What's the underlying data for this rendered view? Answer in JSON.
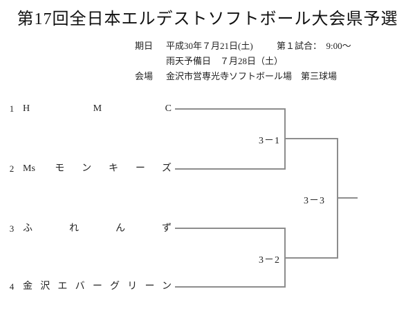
{
  "title": "第17回全日本エルデストソフトボール大会県予選",
  "info": {
    "date_label": "期日",
    "date_value": "平成30年７月21日(土)",
    "first_game": "第１試合：　9:00～",
    "rain_date": "雨天予備日　７月28日（土）",
    "venue_label": "会場",
    "venue_value": "金沢市営専光寺ソフトボール場　第三球場"
  },
  "bracket": {
    "teams": [
      {
        "seed": "1",
        "name": "H　M　C"
      },
      {
        "seed": "2",
        "name": "Ms モンキーズ"
      },
      {
        "seed": "3",
        "name": "ふれんず"
      },
      {
        "seed": "4",
        "name": "金沢エバーグリーン"
      }
    ],
    "matches": [
      {
        "label": "3－1"
      },
      {
        "label": "3－2"
      },
      {
        "label": "3－3"
      }
    ]
  },
  "colors": {
    "line": "#8c8c8c",
    "text": "#1a1a1a"
  }
}
